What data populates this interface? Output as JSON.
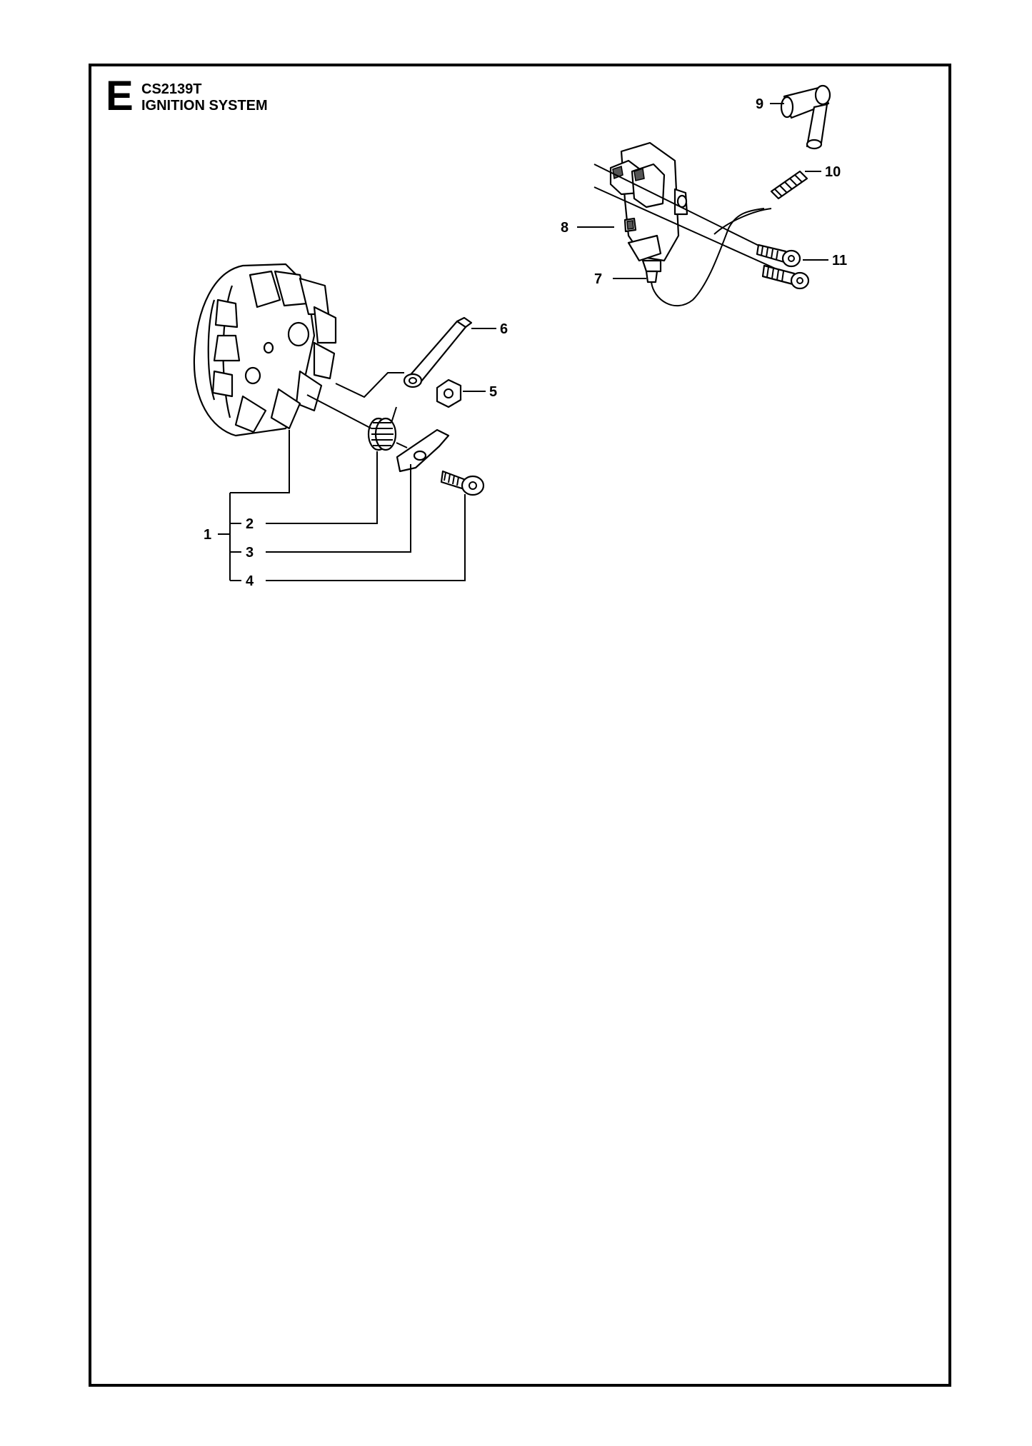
{
  "header": {
    "section_letter": "E",
    "model": "CS2139T",
    "title": "IGNITION SYSTEM"
  },
  "callouts": [
    "1",
    "2",
    "3",
    "4",
    "5",
    "6",
    "7",
    "8",
    "9",
    "10",
    "11"
  ],
  "parts": {
    "flywheel": "flywheel-icon",
    "spring": "spring-icon",
    "pawl": "pawl-icon",
    "pivot_bolt": "bolt-icon",
    "nut": "hex-nut-icon",
    "plate": "plate-icon",
    "ignition_module": "ignition-module-icon",
    "spark_plug_cap": "spark-plug-cap-icon",
    "cap_spring": "coil-spring-icon",
    "screws": "screw-icon"
  }
}
